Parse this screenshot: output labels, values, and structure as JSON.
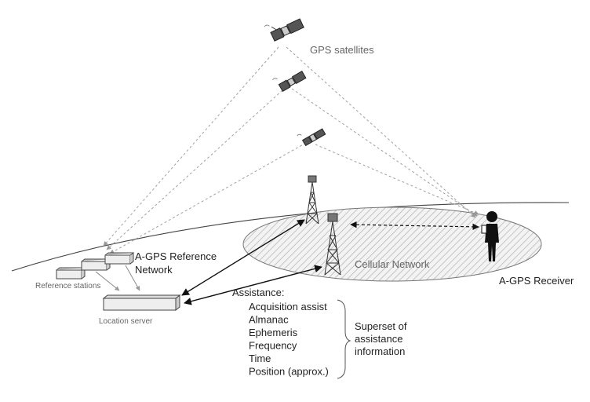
{
  "labels": {
    "satellites": "GPS satellites",
    "reference_network_line1": "A-GPS Reference",
    "reference_network_line2": "Network",
    "reference_stations": "Reference stations",
    "location_server": "Location server",
    "cellular_network": "Cellular Network",
    "receiver": "A-GPS Receiver",
    "assistance_heading": "Assistance:"
  },
  "assistance_items": [
    "Acquisition assist",
    "Almanac",
    "Ephemeris",
    "Frequency",
    "Time",
    "Position (approx.)"
  ],
  "superset_lines": [
    "Superset of",
    "assistance",
    "information"
  ],
  "colors": {
    "line": "#333333",
    "dashed_signal": "#999999",
    "arrow_gray": "#888888",
    "text_dark": "#222222",
    "text_gray": "#666666",
    "ellipse_hatch": "#aaaaaa",
    "box_fill": "#eeeeee",
    "tower": "#333333",
    "person": "#111111"
  }
}
